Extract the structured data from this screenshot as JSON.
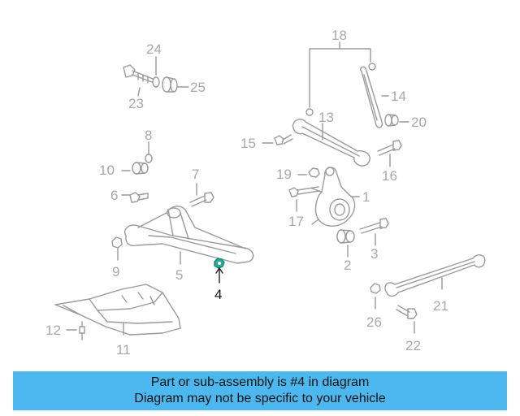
{
  "diagram": {
    "callouts": {
      "c1": "1",
      "c2": "2",
      "c3": "3",
      "c4": "4",
      "c5": "5",
      "c6": "6",
      "c7": "7",
      "c8": "8",
      "c9": "9",
      "c10": "10",
      "c11": "11",
      "c12": "12",
      "c13": "13",
      "c14": "14",
      "c15": "15",
      "c16": "16",
      "c17": "17",
      "c18": "18",
      "c19": "19",
      "c20": "20",
      "c21": "21",
      "c22": "22",
      "c23": "23",
      "c24": "24",
      "c25": "25",
      "c26": "26"
    },
    "selected_part": "4",
    "highlight_color": "#0c8a7a",
    "line_color": "#9a9a9a"
  },
  "banner": {
    "line1": "Part or sub-assembly is #4 in diagram",
    "line2": "Diagram may not be specific to your vehicle",
    "background": "#4db8ef"
  }
}
